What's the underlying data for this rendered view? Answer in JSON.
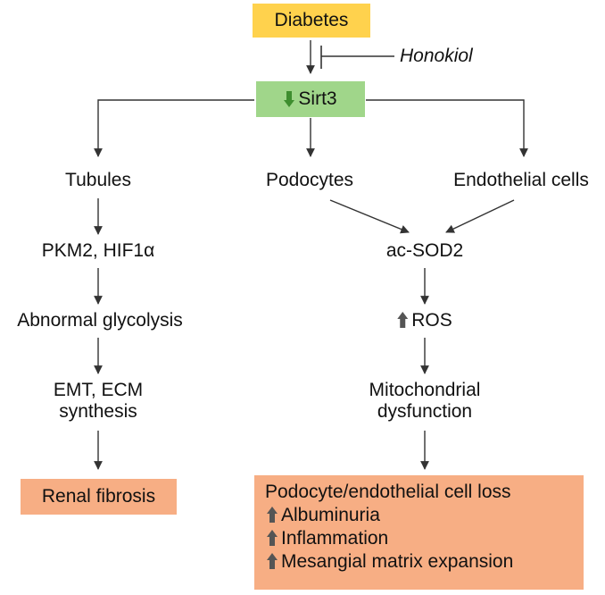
{
  "colors": {
    "yellow": "#FFD24D",
    "green": "#A0D68A",
    "orange": "#F7AE84",
    "arrow": "#333333",
    "green_arrow": "#3E8E2F",
    "gray_arrow": "#555555"
  },
  "nodes": {
    "diabetes": "Diabetes",
    "honokiol": "Honokiol",
    "sirt3": "Sirt3",
    "tubules": "Tubules",
    "podocytes": "Podocytes",
    "endothelial": "Endothelial cells",
    "pkm2": "PKM2, HIF1α",
    "glycolysis": "Abnormal glycolysis",
    "emt_line1": "EMT, ECM",
    "emt_line2": "synthesis",
    "renal_fibrosis": "Renal fibrosis",
    "acsod2": "ac-SOD2",
    "ros": "ROS",
    "mito_line1": "Mitochondrial",
    "mito_line2": "dysfunction",
    "outcome_title": "Podocyte/endothelial cell loss",
    "outcomes": [
      "Albuminuria",
      "Inflammation",
      "Mesangial matrix expansion"
    ]
  }
}
